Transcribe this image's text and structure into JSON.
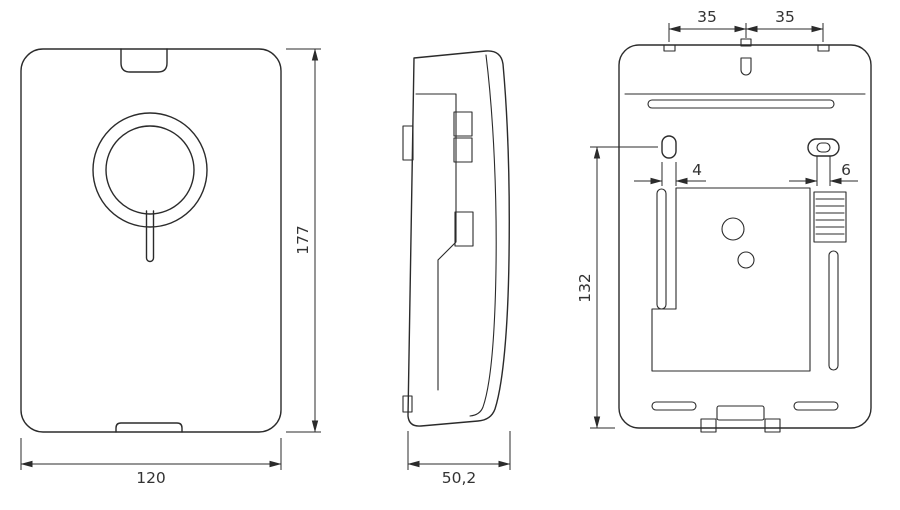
{
  "views": {
    "front": {
      "width": "120",
      "height": "177"
    },
    "side": {
      "depth": "50,2"
    },
    "back": {
      "hole_spacing_left": "35",
      "hole_spacing_right": "35",
      "left_slot_width": "4",
      "right_slot_width": "6",
      "mounting_height": "132"
    }
  },
  "colors": {
    "line": "#2b2b2b",
    "text": "#333333",
    "background": "#ffffff"
  }
}
